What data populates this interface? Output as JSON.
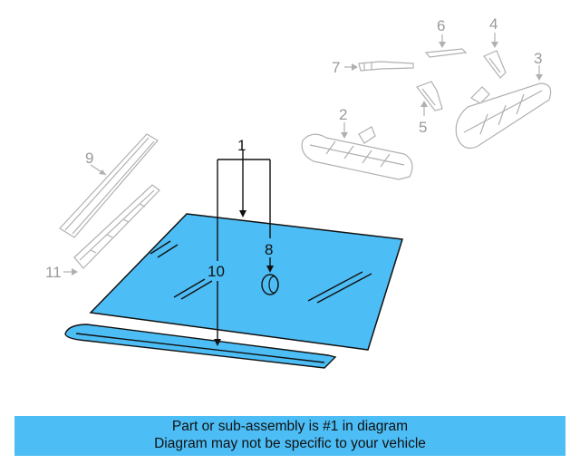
{
  "diagram": {
    "callouts": {
      "c1": "1",
      "c2": "2",
      "c3": "3",
      "c4": "4",
      "c5": "5",
      "c6": "6",
      "c7": "7",
      "c8": "8",
      "c9": "9",
      "c10": "10",
      "c11": "11"
    },
    "colors": {
      "highlight": "#4dbdf5",
      "ink": "#111111",
      "ghost": "#b0b0b0"
    }
  },
  "banner": {
    "line1": "Part or sub-assembly is #1 in diagram",
    "line2": "Diagram may not be specific to your vehicle"
  }
}
